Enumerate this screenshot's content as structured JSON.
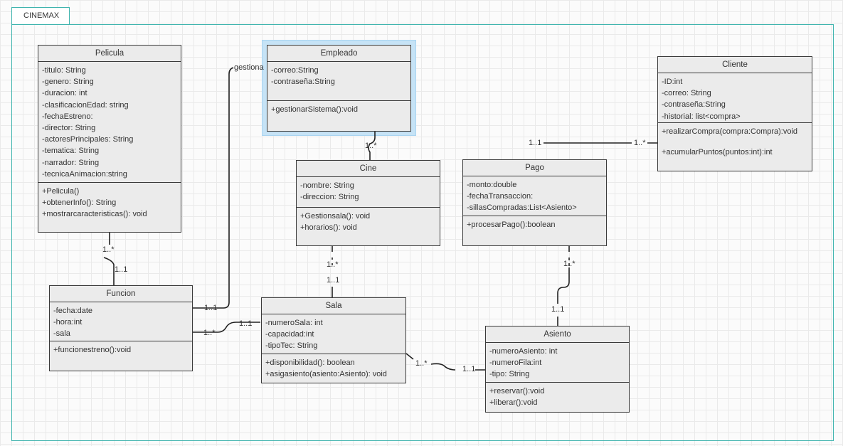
{
  "diagram": {
    "frame_title": "CINEMAX",
    "classes": {
      "pelicula": {
        "name": "Pelicula",
        "attributes": [
          "-titulo: String",
          "-genero: String",
          "-duracion: int",
          "-clasificacionEdad: string",
          "-fechaEstreno:",
          "-director: String",
          "-actoresPrincipales: String",
          "-tematica: String",
          "-narrador: String",
          "-tecnicaAnimacion:string"
        ],
        "methods": [
          "+Pelicula()",
          "+obtenerInfo(): String",
          "+mostrarcaracteristicas(): void"
        ]
      },
      "empleado": {
        "name": "Empleado",
        "attributes": [
          "-correo:String",
          "-contraseña:String"
        ],
        "methods": [
          "+gestionarSistema():void"
        ]
      },
      "cliente": {
        "name": "Cliente",
        "attributes": [
          "-ID:int",
          "-correo: String",
          "-contraseña:String",
          "-historial: list<compra>"
        ],
        "methods": [
          "+realizarCompra(compra:Compra):void",
          "+acumularPuntos(puntos:int):int"
        ]
      },
      "cine": {
        "name": "Cine",
        "attributes": [
          "-nombre: String",
          "-direccion: String"
        ],
        "methods": [
          "+Gestionsala(): void",
          "+horarios(): void"
        ]
      },
      "pago": {
        "name": "Pago",
        "attributes": [
          "-monto:double",
          "-fechaTransaccion:",
          "-sillasCompradas:List<Asiento>"
        ],
        "methods": [
          "+procesarPago():boolean"
        ]
      },
      "funcion": {
        "name": "Funcion",
        "attributes": [
          "-fecha:date",
          "-hora:int",
          "-sala"
        ],
        "methods": [
          "+funcionestreno():void"
        ]
      },
      "sala": {
        "name": "Sala",
        "attributes": [
          "-numeroSala: int",
          "-capacidad:int",
          "-tipoTec: String"
        ],
        "methods": [
          "+disponibilidad(): boolean",
          "+asigasiento(asiento:Asiento): void"
        ]
      },
      "asiento": {
        "name": "Asiento",
        "attributes": [
          "-numeroAsiento: int",
          "-numeroFila:int",
          "-tipo: String"
        ],
        "methods": [
          "+reservar():void",
          "+liberar():void"
        ]
      }
    },
    "labels": {
      "gestiona": "gestiona",
      "emp_cine": "1..*",
      "pel_fun_a": "1..*",
      "pel_fun_b": "1..1",
      "cine_sala_a": "1..*",
      "cine_sala_b": "1..1",
      "fun_gest": "1..1",
      "fun_sala_a": "1..*",
      "fun_sala_b": "1..1",
      "pago_cli_a": "1..1",
      "pago_cli_b": "1..*",
      "pago_asi_a": "1..*",
      "pago_asi_b": "1..1",
      "sala_asi_a": "1..*",
      "sala_asi_b": "1..1"
    }
  }
}
